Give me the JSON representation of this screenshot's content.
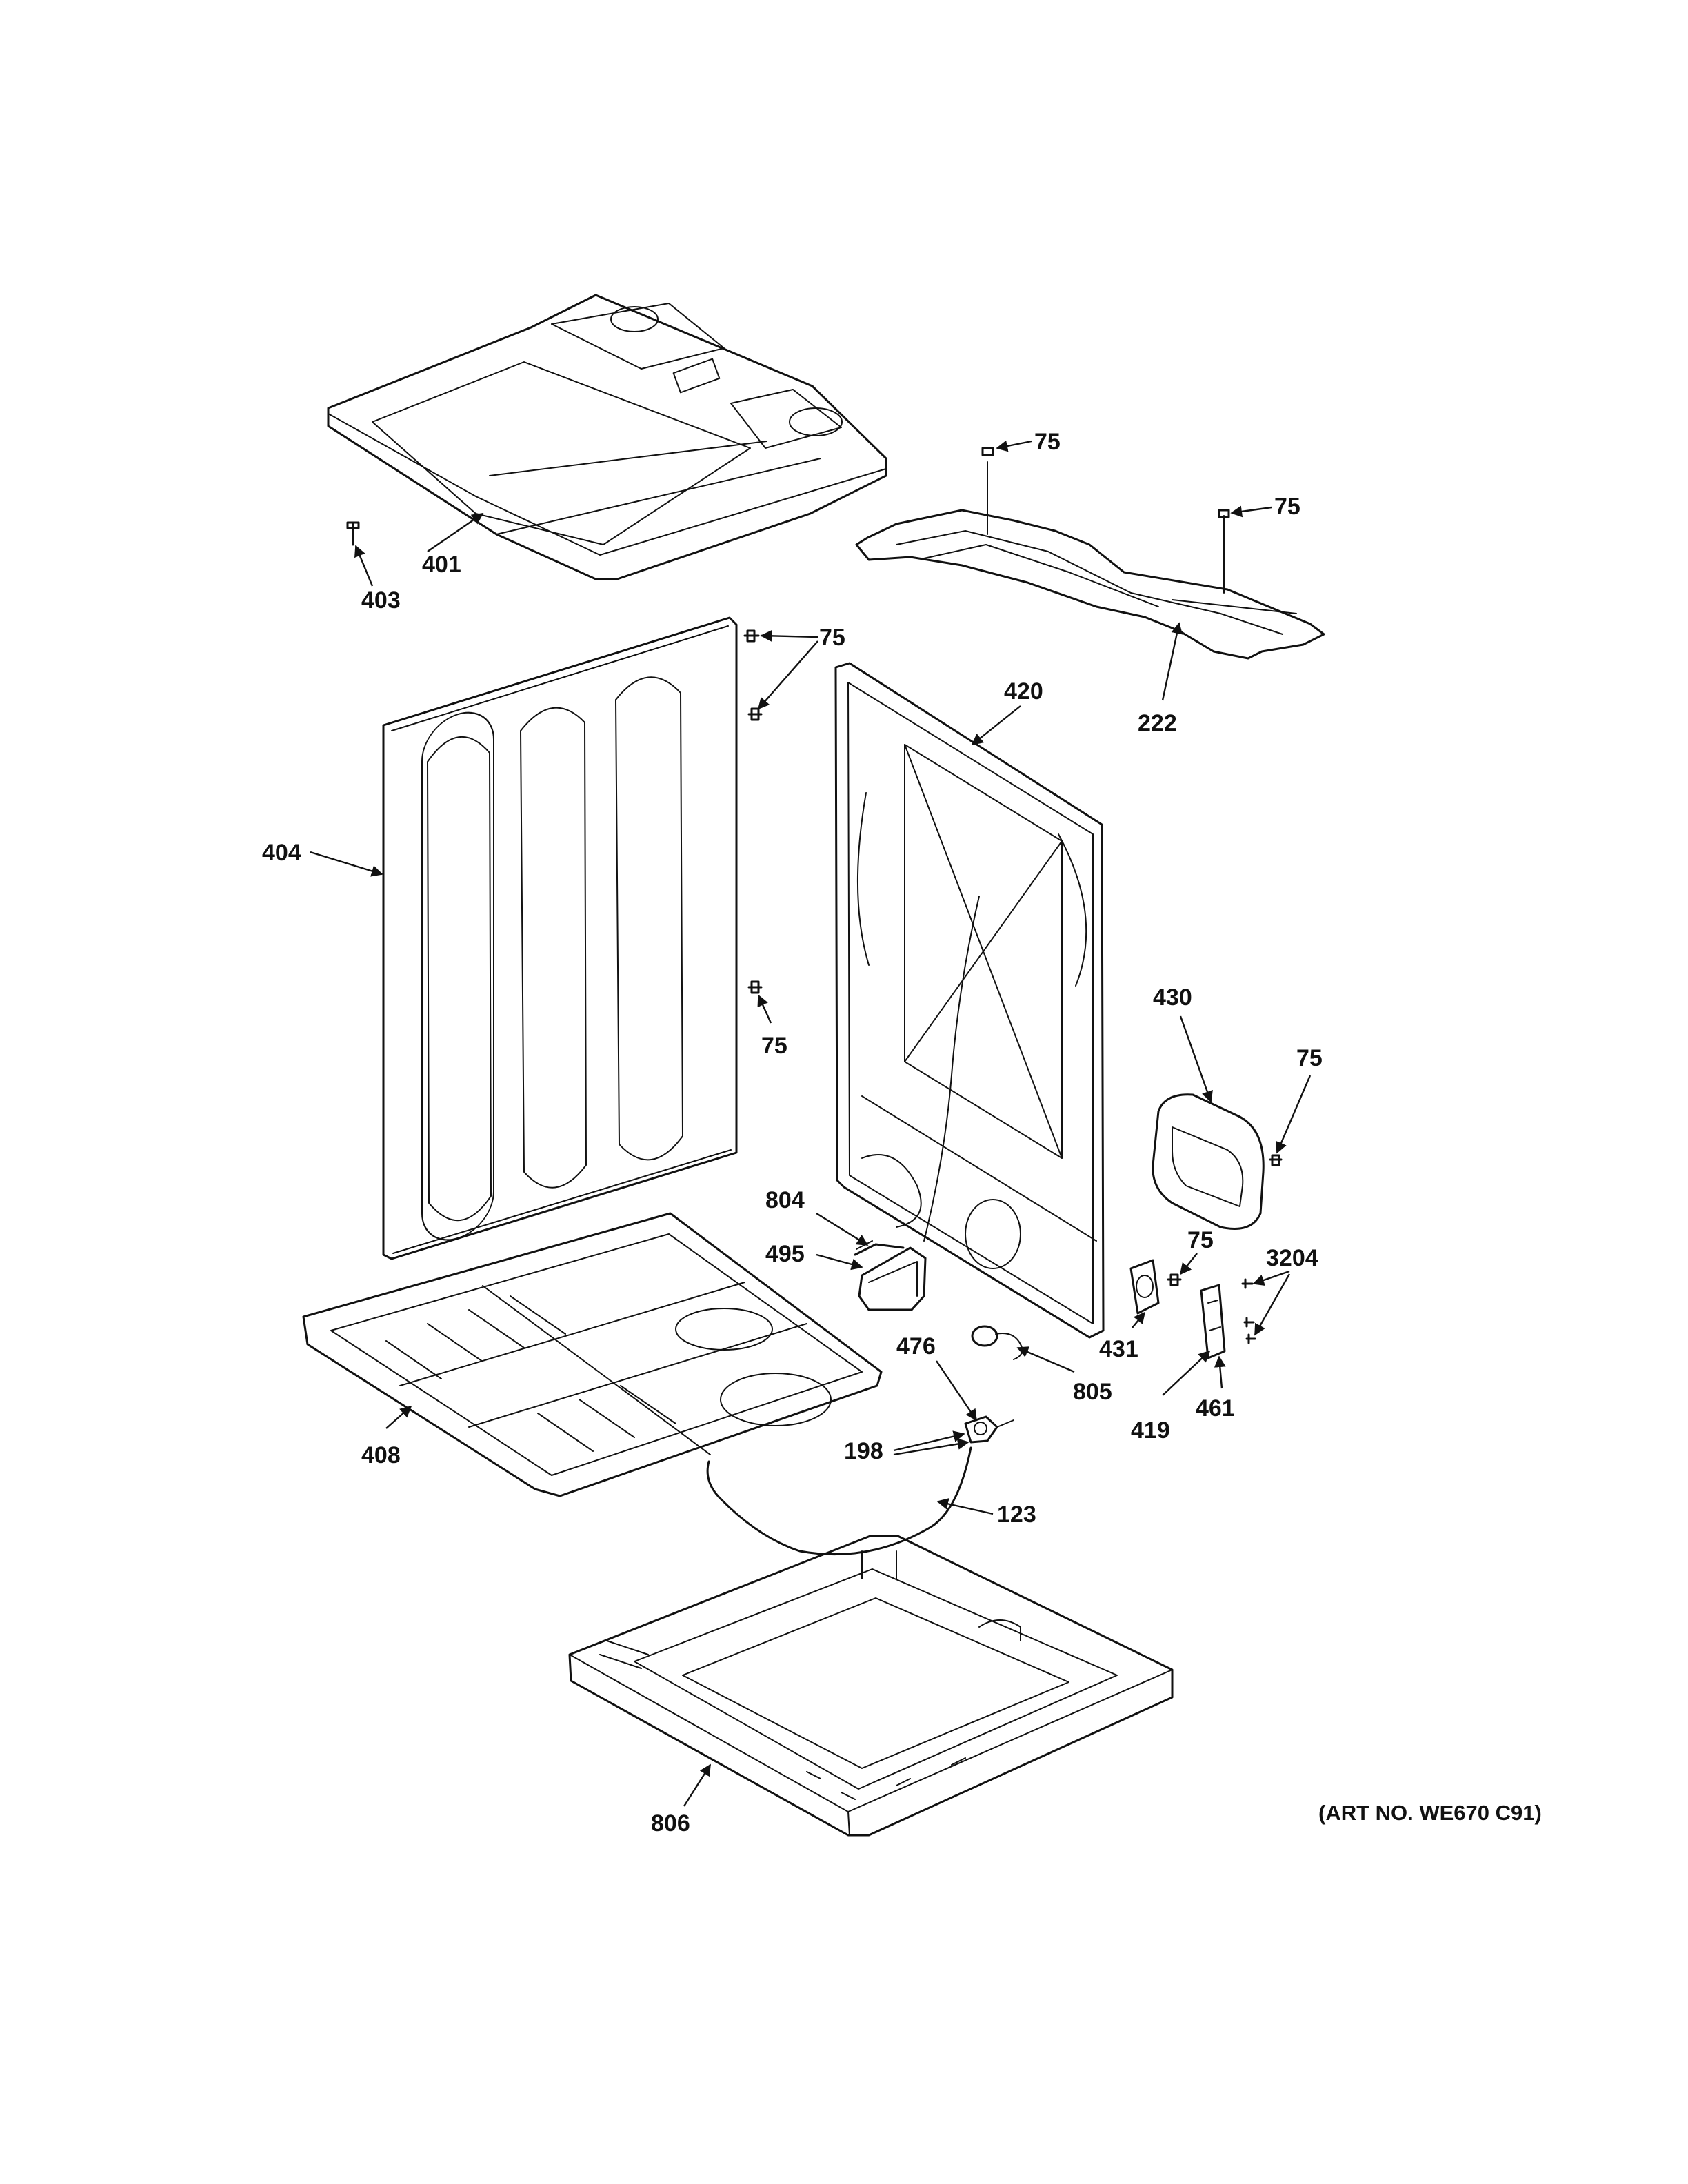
{
  "diagram": {
    "art_number": "(ART NO. WE670 C91)",
    "callouts": {
      "c401": "401",
      "c403": "403",
      "c75_a": "75",
      "c75_b": "75",
      "c222": "222",
      "c75_c": "75",
      "c420": "420",
      "c404": "404",
      "c75_d": "75",
      "c430": "430",
      "c75_e": "75",
      "c804": "804",
      "c495": "495",
      "c75_f": "75",
      "c3204": "3204",
      "c476": "476",
      "c805": "805",
      "c431": "431",
      "c461": "461",
      "c419": "419",
      "c408": "408",
      "c198": "198",
      "c123": "123",
      "c806": "806"
    }
  }
}
